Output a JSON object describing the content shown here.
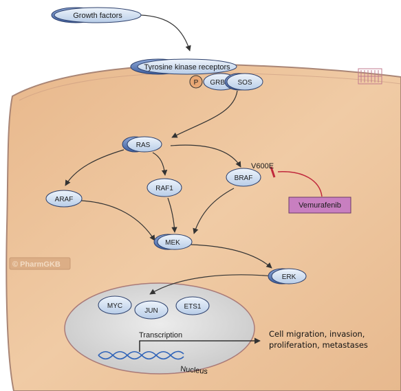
{
  "diagram": {
    "nodes": {
      "growth_factors": "Growth factors",
      "receptors": "Tyrosine kinase receptors",
      "phospho": "P",
      "grb2": "GRB2",
      "sos": "SOS",
      "ras": "RAS",
      "araf": "ARAF",
      "raf1": "RAF1",
      "braf": "BRAF",
      "mek": "MEK",
      "erk": "ERK",
      "myc": "MYC",
      "jun": "JUN",
      "ets1": "ETS1"
    },
    "mutation": "V600E",
    "drug": "Vemurafenib",
    "transcription": "Transcription",
    "nucleus": "Nucleus",
    "outcome_line1": "Cell migration, invasion,",
    "outcome_line2": "proliferation, metastases",
    "watermark": "© PharmGKB"
  },
  "colors": {
    "cell_fill": "#ecc29a",
    "cell_stroke": "#b08a78",
    "nucleus_fill": "#d9d9d9",
    "node_light": "#c6d8ee",
    "node_dark": "#6f8bc4",
    "drug_fill": "#c87fc0",
    "inhibit": "#c0283c",
    "dna": "#2f63b8"
  }
}
